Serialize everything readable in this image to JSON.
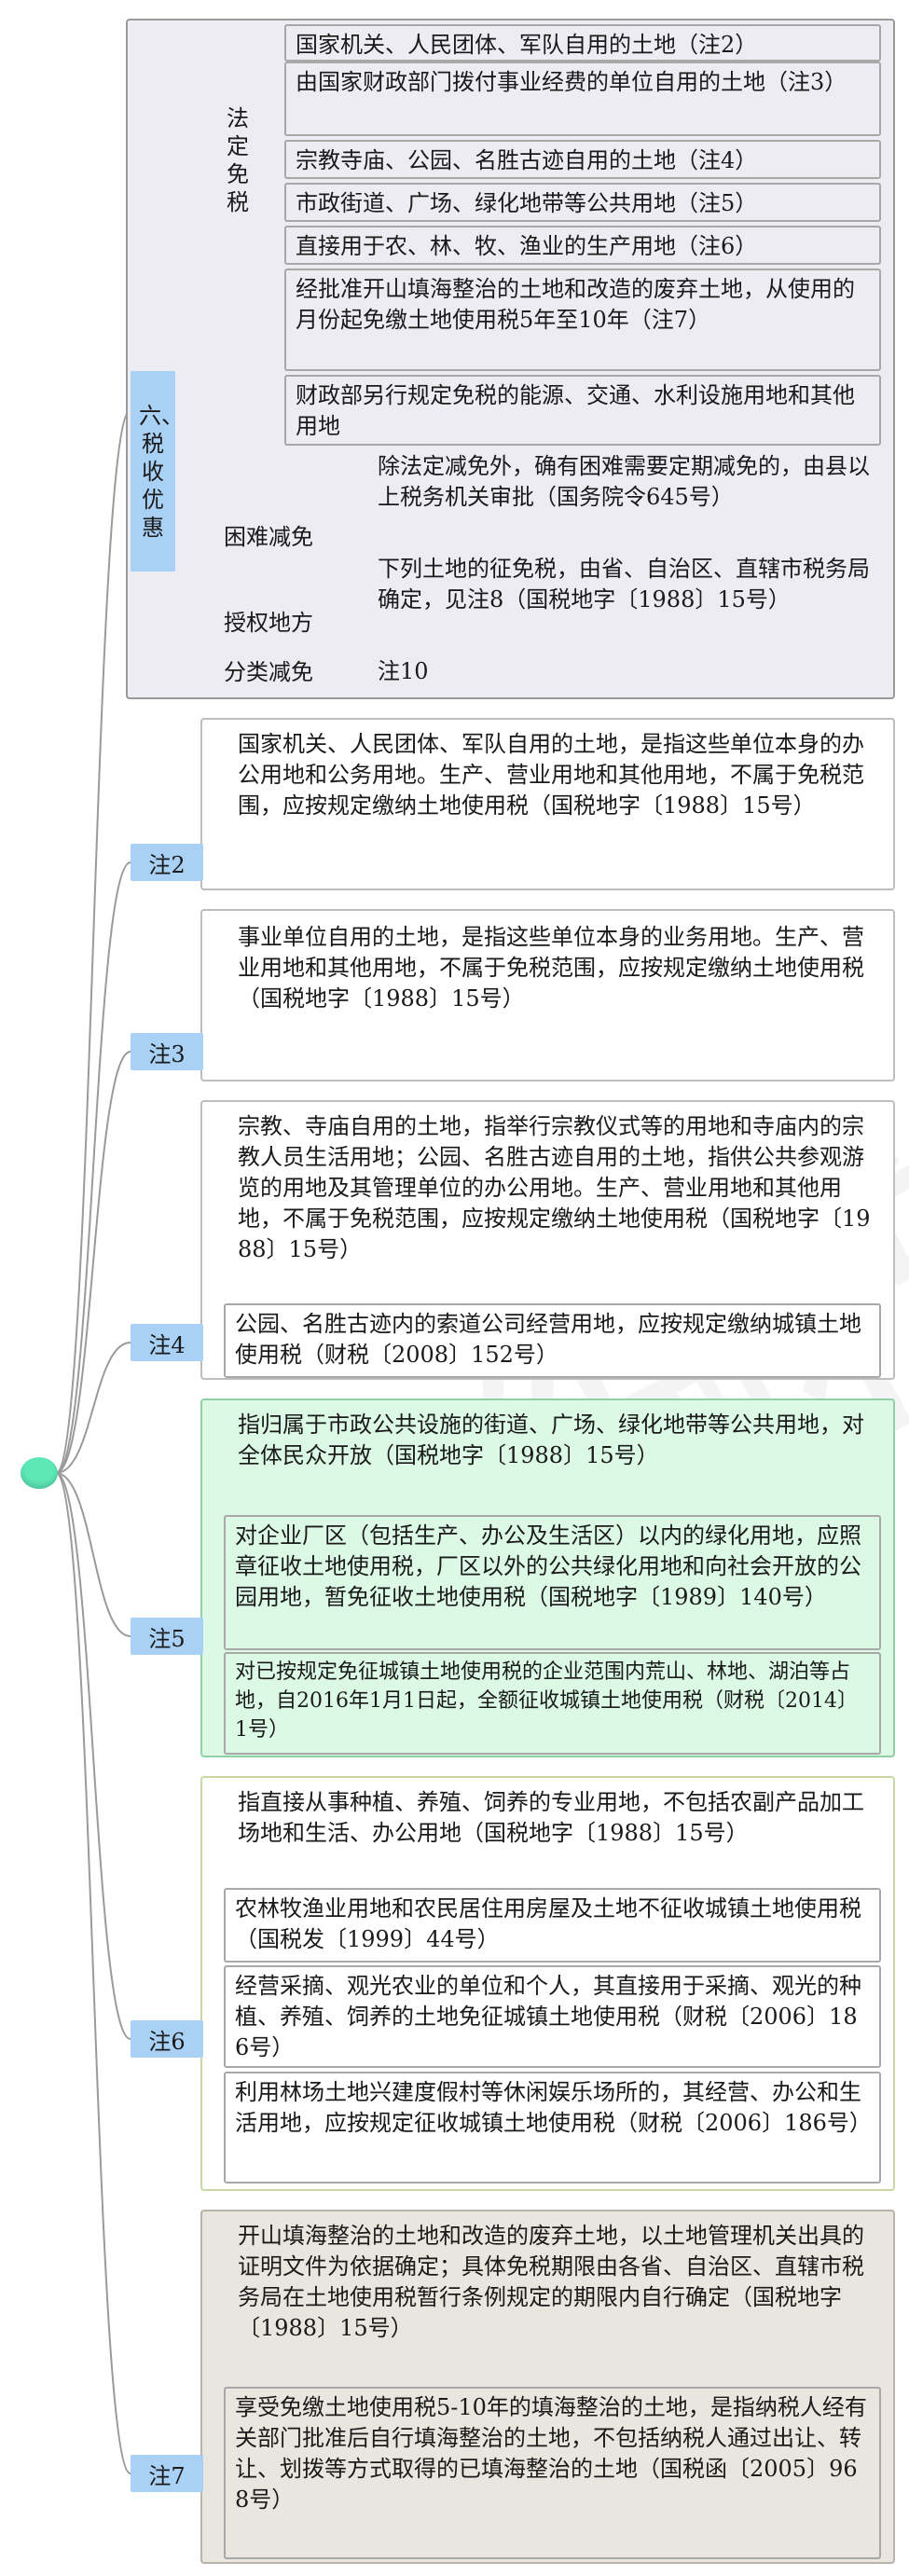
{
  "root": {
    "label": ""
  },
  "sec6": {
    "topic": "六、税收优惠",
    "groups": {
      "legal": {
        "label": "法定免税",
        "items": [
          "国家机关、人民团体、军队自用的土地（注2）",
          "由国家财政部门拨付事业经费的单位自用的土地（注3）",
          "宗教寺庙、公园、名胜古迹自用的土地（注4）",
          "市政街道、广场、绿化地带等公共用地（注5）",
          "直接用于农、林、牧、渔业的生产用地（注6）",
          "经批准开山填海整治的土地和改造的废弃土地，从使用的月份起免缴土地使用税5年至10年（注7）",
          "财政部另行规定免税的能源、交通、水利设施用地和其他用地"
        ]
      },
      "hardship": {
        "label": "困难减免",
        "text": "除法定减免外，确有困难需要定期减免的，由县以上税务机关审批（国务院令645号）"
      },
      "authorized": {
        "label": "授权地方",
        "text": "下列土地的征免税，由省、自治区、直辖市税务局确定，见注8（国税地字〔1988〕15号）"
      },
      "category": {
        "label": "分类减免",
        "text": "注10"
      }
    }
  },
  "notes": [
    {
      "label": "注2",
      "items": [
        "国家机关、人民团体、军队自用的土地，是指这些单位本身的办公用地和公务用地。生产、营业用地和其他用地，不属于免税范围，应按规定缴纳土地使用税（国税地字〔1988〕15号）"
      ]
    },
    {
      "label": "注3",
      "items": [
        "事业单位自用的土地，是指这些单位本身的业务用地。生产、营业用地和其他用地，不属于免税范围，应按规定缴纳土地使用税（国税地字〔1988〕15号）"
      ]
    },
    {
      "label": "注4",
      "items": [
        "宗教、寺庙自用的土地，指举行宗教仪式等的用地和寺庙内的宗教人员生活用地；公园、名胜古迹自用的土地，指供公共参观游览的用地及其管理单位的办公用地。生产、营业用地和其他用地，不属于免税范围，应按规定缴纳土地使用税（国税地字〔1988〕15号）",
        "公园、名胜古迹内的索道公司经营用地，应按规定缴纳城镇土地使用税（财税〔2008〕152号）"
      ]
    },
    {
      "label": "注5",
      "items": [
        "指归属于市政公共设施的街道、广场、绿化地带等公共用地，对全体民众开放（国税地字〔1988〕15号）",
        "对企业厂区（包括生产、办公及生活区）以内的绿化用地，应照章征收土地使用税，厂区以外的公共绿化用地和向社会开放的公园用地，暂免征收土地使用税（国税地字〔1989〕140号）",
        "对已按规定免征城镇土地使用税的企业范围内荒山、林地、湖泊等占地，自2016年1月1日起，全额征收城镇土地使用税（财税〔2014〕1号）"
      ]
    },
    {
      "label": "注6",
      "items": [
        "指直接从事种植、养殖、饲养的专业用地，不包括农副产品加工场地和生活、办公用地（国税地字〔1988〕15号）",
        "农林牧渔业用地和农民居住用房屋及土地不征收城镇土地使用税（国税发〔1999〕44号）",
        "经营采摘、观光农业的单位和个人，其直接用于采摘、观光的种植、养殖、饲养的土地免征城镇土地使用税（财税〔2006〕186号）",
        "利用林场土地兴建度假村等休闲娱乐场所的，其经营、办公和生活用地，应按规定征收城镇土地使用税（财税〔2006〕186号）"
      ]
    },
    {
      "label": "注7",
      "items": [
        "开山填海整治的土地和改造的废弃土地，以土地管理机关出具的证明文件为依据确定；具体免税期限由各省、自治区、直辖市税务局在土地使用税暂行条例规定的期限内自行确定（国税地字〔1988〕15号）",
        "享受免缴土地使用税5-10年的填海整治的土地，是指纳税人经有关部门批准后自行填海整治的土地，不包括纳税人通过出让、转让、划拨等方式取得的已填海整治的土地（国税函〔2005〕968号）"
      ]
    }
  ]
}
